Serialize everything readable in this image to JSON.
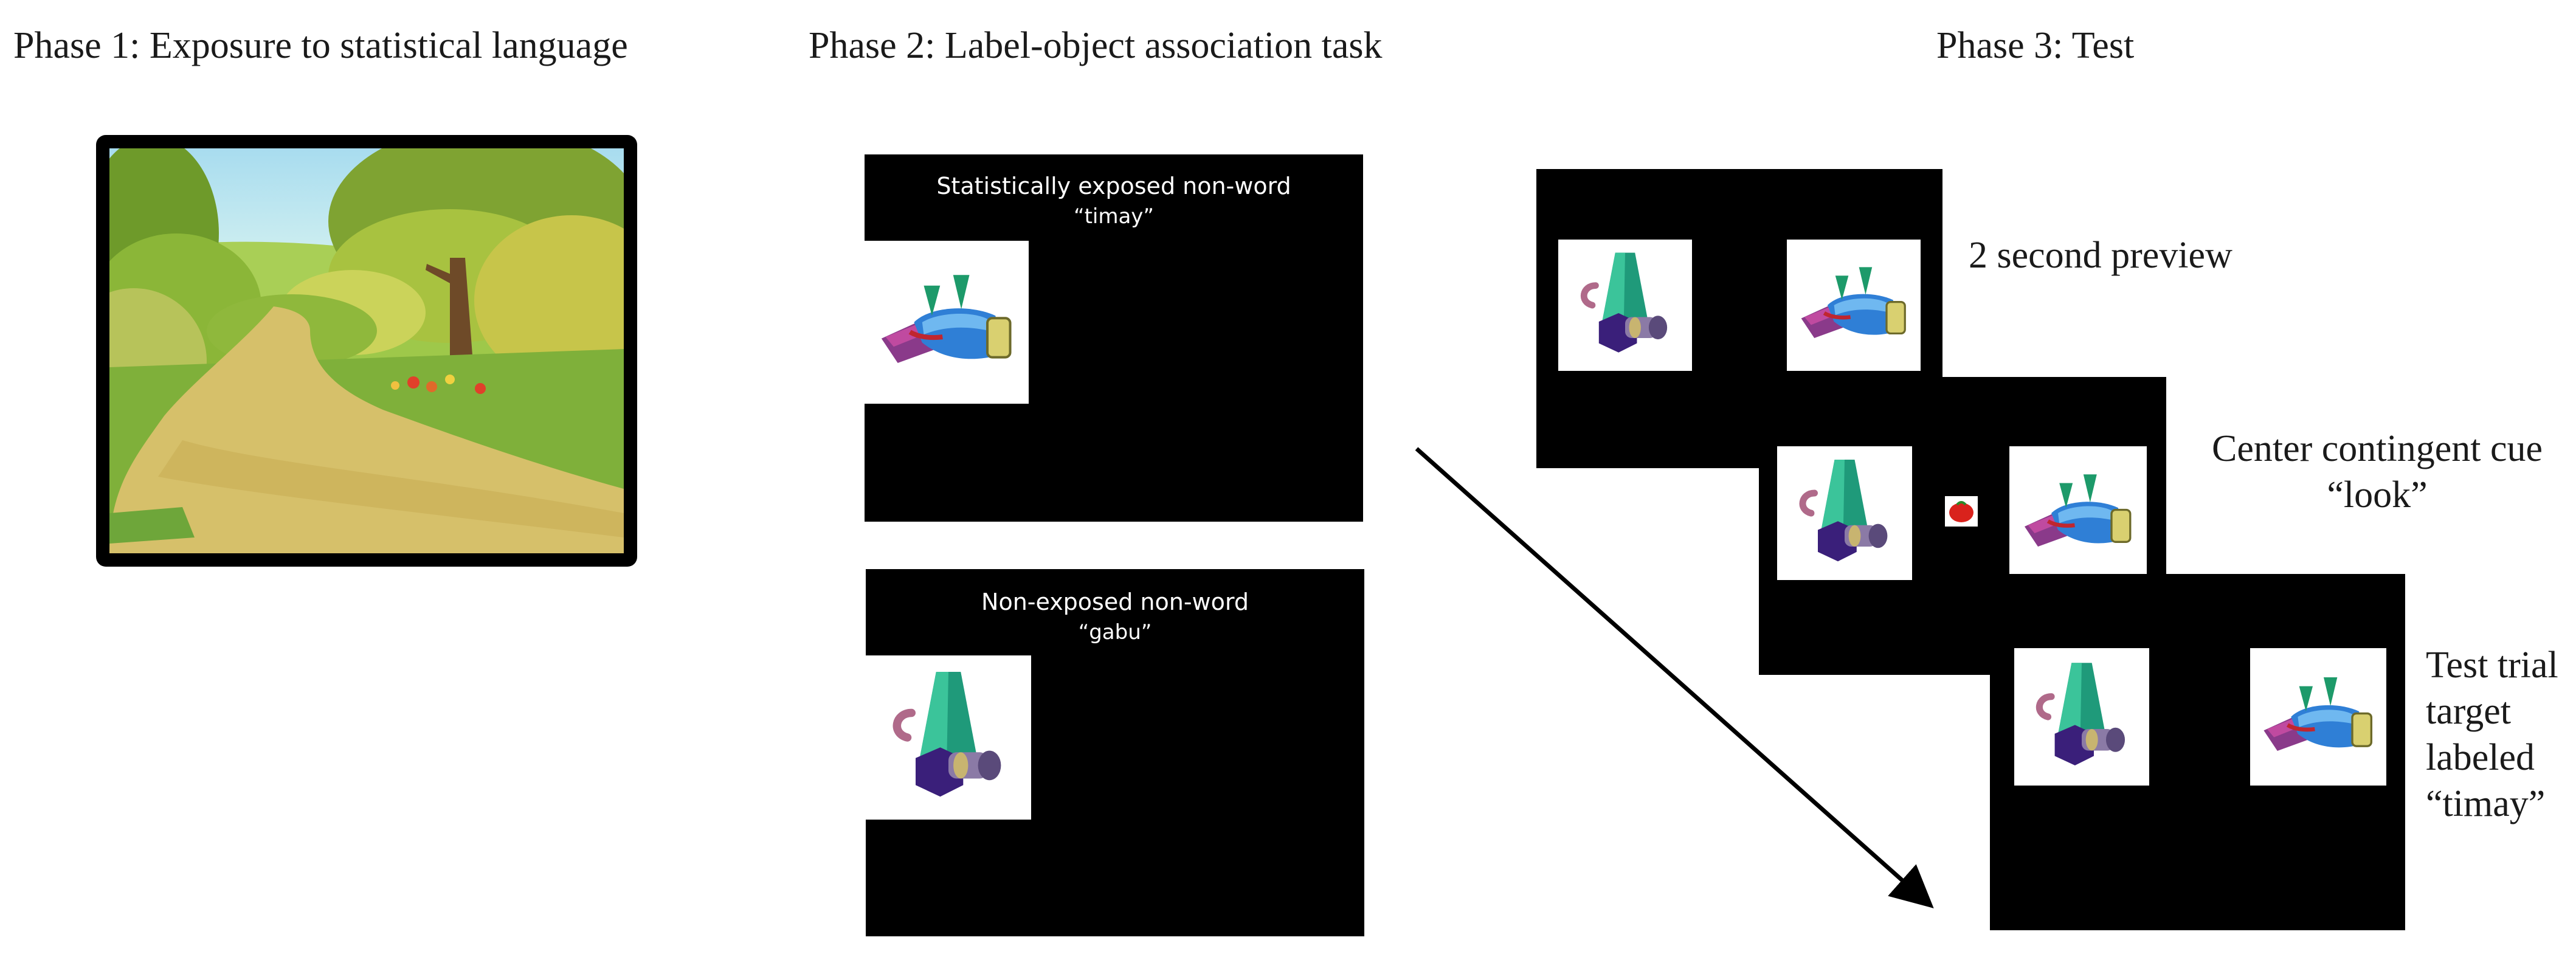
{
  "phases": {
    "phase1_title": "Phase 1: Exposure to statistical language",
    "phase2_title": "Phase 2: Label-object association task",
    "phase3_title": "Phase 3: Test"
  },
  "phase2": {
    "exposed_heading": "Statistically exposed non-word",
    "exposed_word": "“timay”",
    "nonexposed_heading": "Non-exposed non-word",
    "nonexposed_word": "“gabu”"
  },
  "phase3": {
    "preview_label": "2 second preview",
    "cue_label_line1": "Center contingent cue",
    "cue_label_line2": "“look”",
    "test_label_line1": "Test trial",
    "test_label_line2": "target",
    "test_label_line3": "labeled",
    "test_label_line4": "“timay”"
  },
  "colors": {
    "screen_bg": "#000000",
    "caption_text": "#ffffff",
    "title_text": "#1a1a1a"
  }
}
